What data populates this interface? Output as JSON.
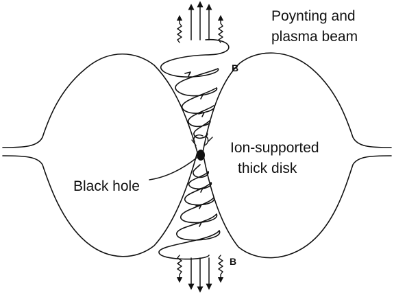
{
  "diagram": {
    "labels": {
      "beam_line1": "Poynting and",
      "beam_line2": "plasma beam",
      "b_field_top": "B",
      "b_field_bottom": "B",
      "disk_line1": "Ion-supported",
      "disk_line2": "thick disk",
      "black_hole": "Black hole"
    },
    "colors": {
      "ink": "#111111",
      "background": "#ffffff"
    },
    "elements": [
      "thick-disk-left",
      "thick-disk-right",
      "helical-field-line",
      "black-hole",
      "outflow-arrows-top",
      "outflow-arrows-bottom",
      "wavy-arrows"
    ]
  }
}
